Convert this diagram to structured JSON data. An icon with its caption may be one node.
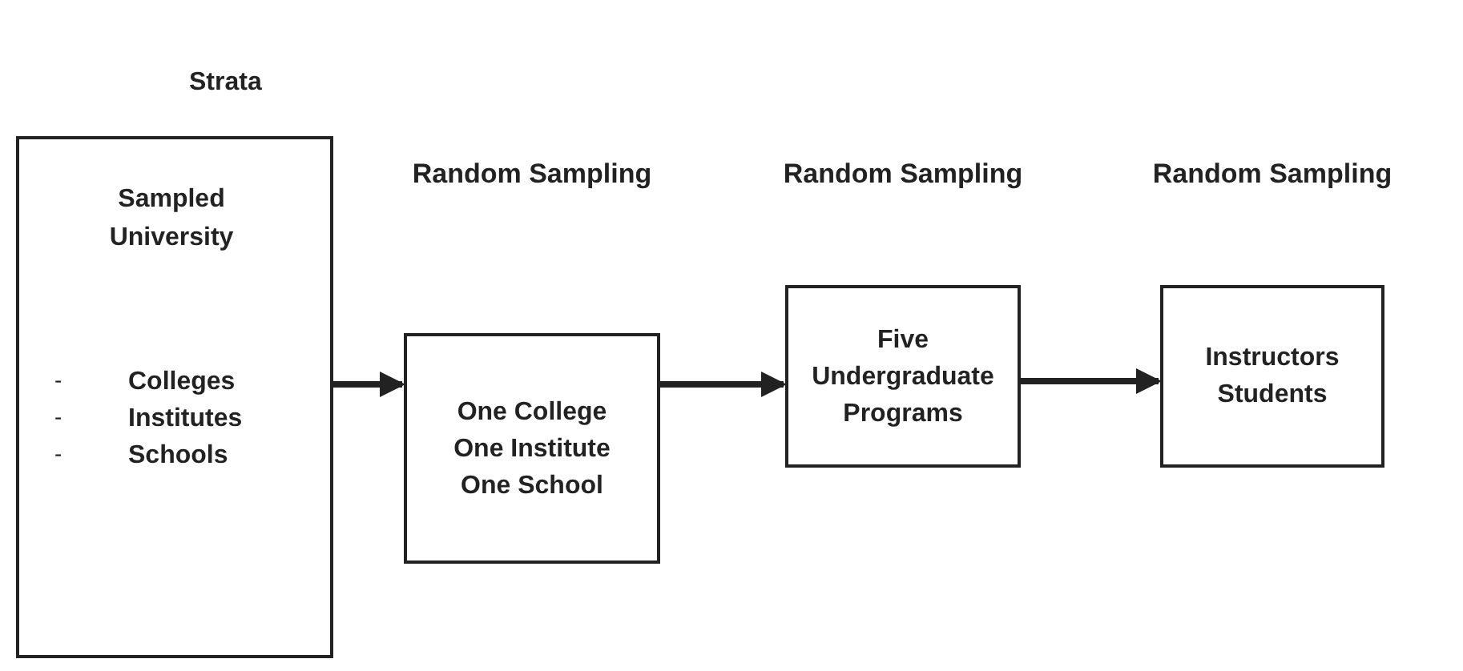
{
  "diagram": {
    "nodes": [
      {
        "text": [
          "Strata",
          "Sampled University",
          "Colleges",
          "Institutes",
          "Schools"
        ]
      },
      {
        "text": [
          "One College",
          "One Institute",
          "One School"
        ]
      },
      {
        "text": [
          "Five Undergraduate Programs"
        ]
      },
      {
        "text": [
          "Instructors",
          "Students"
        ]
      }
    ],
    "edges": [
      {
        "from": 0,
        "to": 1,
        "arrow": "to"
      },
      {
        "from": 1,
        "to": 2,
        "arrow": "to"
      },
      {
        "from": 2,
        "to": 3,
        "arrow": "to"
      }
    ],
    "labels": [
      "Random Sampling",
      "Random Sampling",
      "Random Sampling",
      "-",
      "-",
      "-"
    ]
  }
}
